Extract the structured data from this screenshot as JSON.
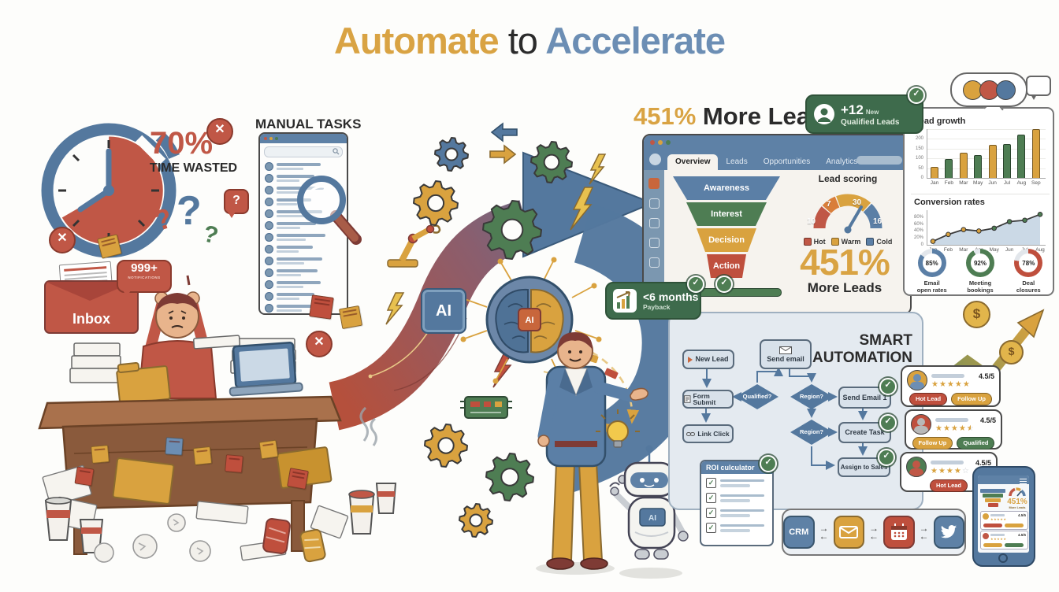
{
  "palette": {
    "gold": "#D9A23F",
    "rust": "#C05746",
    "red": "#BF4F3D",
    "steel": "#54789E",
    "steel_light": "#6C8EB4",
    "green": "#4E7D53",
    "green_dark": "#3E6B4C",
    "titlebar": "#5E81A6",
    "panel": "#E4EAF0",
    "ink": "#2B2B2B"
  },
  "title": {
    "word1": "Automate",
    "word2": "to",
    "word3": "Accelerate"
  },
  "left": {
    "pct": "70%",
    "pct_label": "TIME WASTED",
    "manual_tasks": "MANUAL TASKS",
    "inbox": "Inbox",
    "notif_count": "999+",
    "notif_label": "NOTIFICATIONS"
  },
  "middle": {
    "chip": "AI",
    "brain_chip": "AI",
    "robot_chip": "AI"
  },
  "results": {
    "pct": "451%",
    "label": "More Leads",
    "badge_count": "+12",
    "badge_new": "New",
    "badge_label": "Qualified Leads"
  },
  "payback": {
    "value": "<6 months",
    "label": "Payback"
  },
  "dashboard": {
    "tabs": [
      "Overview",
      "Leads",
      "Opportunities",
      "Analytics"
    ],
    "active_tab": "Overview",
    "funnel": [
      {
        "label": "Awareness",
        "color": "#5B7FA6"
      },
      {
        "label": "Interest",
        "color": "#4E7D53"
      },
      {
        "label": "Decision",
        "color": "#D9A23F"
      },
      {
        "label": "Action",
        "color": "#BF4F3D"
      }
    ],
    "lead_scoring": {
      "title": "Lead scoring",
      "segments": [
        {
          "value": "10",
          "color": "#C05746"
        },
        {
          "value": "7",
          "color": "#D97E3A"
        },
        {
          "value": "30",
          "color": "#D9A23F"
        },
        {
          "value": "16",
          "color": "#5B7FA6"
        }
      ],
      "legend": [
        {
          "label": "Hot",
          "color": "#C05746"
        },
        {
          "label": "Warm",
          "color": "#D9A23F"
        },
        {
          "label": "Cold",
          "color": "#5B7FA6"
        }
      ]
    },
    "stat_pct": "451%",
    "stat_label": "More Leads"
  },
  "chart_data": [
    {
      "type": "bar",
      "title": "Lead growth",
      "categories": [
        "Jan",
        "Feb",
        "Mar",
        "May",
        "Jun",
        "Jul",
        "Aug",
        "Sep"
      ],
      "values": [
        55,
        95,
        130,
        115,
        170,
        175,
        220,
        250
      ],
      "bar_colors": [
        "#D9A23F",
        "#4E7D53",
        "#D9A23F",
        "#4E7D53",
        "#D9A23F",
        "#4E7D53",
        "#4E7D53",
        "#D9A23F"
      ],
      "ylim": [
        0,
        250
      ],
      "yticks": [
        0,
        50,
        100,
        150,
        200,
        250
      ],
      "grid": true,
      "legend_position": "none"
    },
    {
      "type": "line",
      "title": "Conversion rates",
      "categories": [
        "Jan",
        "Feb",
        "Mar",
        "Apr",
        "May",
        "Jun",
        "Jul",
        "Aug"
      ],
      "values": [
        10,
        30,
        44,
        40,
        48,
        67,
        71,
        88
      ],
      "point_colors": [
        "#D9A23F",
        "#D9A23F",
        "#D9A23F",
        "#D9A23F",
        "#4E7D53",
        "#4E7D53",
        "#4E7D53",
        "#4E7D53"
      ],
      "ylim": [
        0,
        100
      ],
      "yticks": [
        0,
        20,
        40,
        60,
        80
      ],
      "ytick_suffix": "%",
      "area_fill": "#CBD9E6",
      "grid": false,
      "legend_position": "none"
    }
  ],
  "analytics": {
    "donuts": [
      {
        "pct": "85%",
        "value": 85,
        "color": "#5B7FA6",
        "label1": "Email",
        "label2": "open rates"
      },
      {
        "pct": "92%",
        "value": 92,
        "color": "#4E7D53",
        "label1": "Meeting",
        "label2": "bookings"
      },
      {
        "pct": "78%",
        "value": 78,
        "color": "#BF4F3D",
        "label1": "Deal",
        "label2": "closures"
      }
    ]
  },
  "automation": {
    "title1": "SMART",
    "title2": "AUTOMATION",
    "nodes": {
      "new_lead": "New Lead",
      "send_email": "Send email",
      "form_submit": "Form Submit",
      "qualified": "Qualified?",
      "region1": "Region?",
      "region2": "Region?",
      "send_email1": "Send Email 1",
      "create_task": "Create Task",
      "link_click": "Link Click",
      "assign": "Assign to Sales"
    },
    "roi_title": "ROI culculator",
    "roi_items": 4
  },
  "lead_cards": [
    {
      "rating": "4.5/5",
      "stars": 5,
      "avatar": "#D9A23F",
      "person": "#6C8EB4",
      "badges": [
        {
          "label": "Hot Lead",
          "color": "#BF4F3D"
        },
        {
          "label": "Follow Up",
          "color": "#D9A23F"
        }
      ]
    },
    {
      "rating": "4.5/5",
      "stars": 4.5,
      "avatar": "#BF4F3D",
      "person": "#B8B8B8",
      "badges": [
        {
          "label": "Follow Up",
          "color": "#D9A23F"
        },
        {
          "label": "Qualified",
          "color": "#4E7D53"
        }
      ]
    },
    {
      "rating": "4.5/5",
      "stars": 4,
      "avatar": "#4E7D53",
      "person": "#C05746",
      "badges": [
        {
          "label": "Hot Lead",
          "color": "#BF4F3D"
        }
      ]
    }
  ],
  "integrations": {
    "crm": "CRM",
    "icons": [
      "crm",
      "email-icon",
      "calendar-icon",
      "twitter-icon"
    ]
  },
  "phone": {
    "pct": "451%",
    "pct_label": "More Leads",
    "ratings": [
      "4.5/5",
      "4.5/5"
    ]
  },
  "money": {
    "dollar": "$"
  }
}
